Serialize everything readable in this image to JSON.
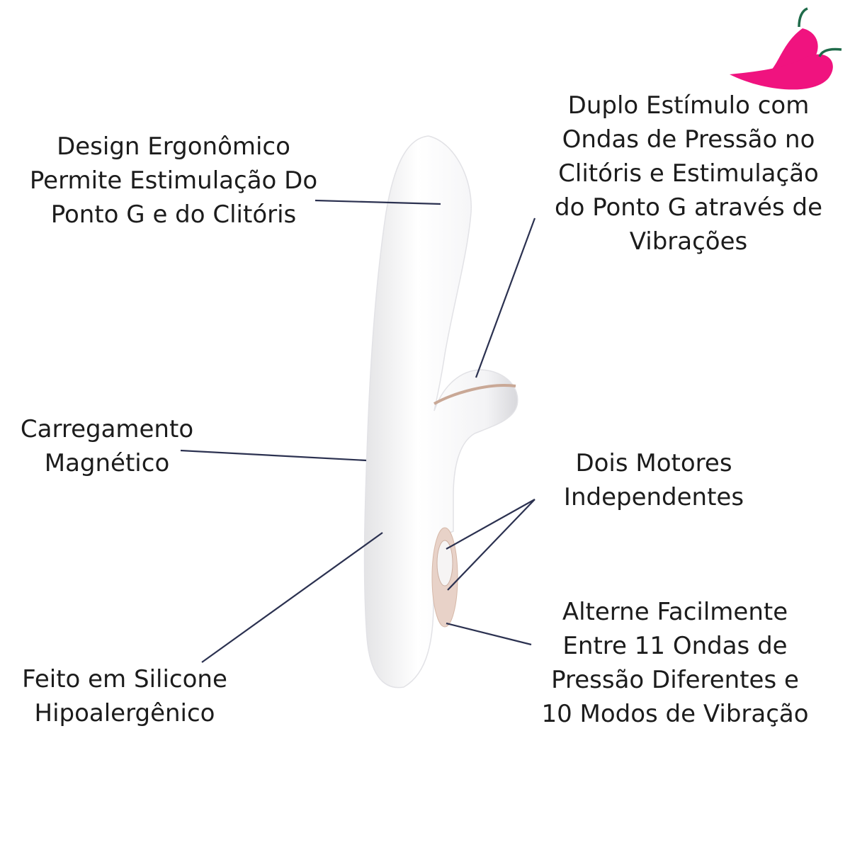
{
  "labels": {
    "design": [
      "Design Ergonômico",
      "Permite Estimulação Do",
      "Ponto G e do Clitóris"
    ],
    "duplo": [
      "Duplo Estímulo com",
      "Ondas de Pressão no",
      "Clitóris e Estimulação",
      "do Ponto G através de",
      "Vibrações"
    ],
    "carregamento": [
      "Carregamento",
      "Magnético"
    ],
    "motores": [
      "Dois Motores",
      "Independentes"
    ],
    "silicone": [
      "Feito em Silicone",
      "Hipoalergênico"
    ],
    "alterne": [
      "Alterne Facilmente",
      "Entre 11 Ondas de",
      "Pressão Diferentes  e",
      "10 Modos de Vibração"
    ]
  },
  "colors": {
    "text": "#1c1c1c",
    "leader": "#2b3150",
    "logo": "#f0137f",
    "stem": "#1f6b4a",
    "accent": "#d9b9a8"
  }
}
